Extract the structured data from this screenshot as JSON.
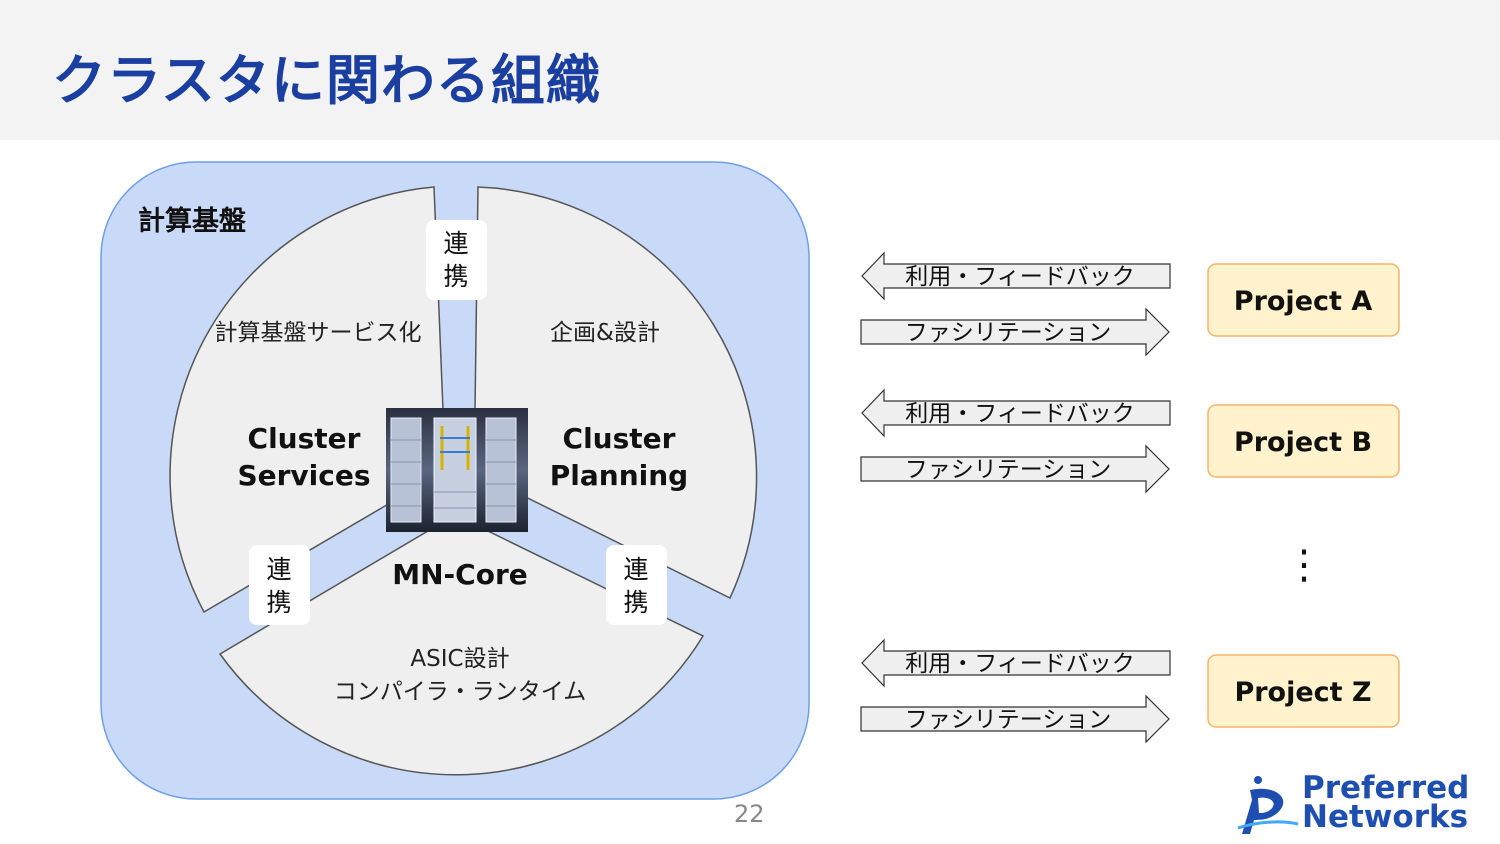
{
  "slide": {
    "title": "クラスタに関わる組織",
    "page_number": "22"
  },
  "diagram": {
    "container_label": "計算基盤",
    "sectors": {
      "services": {
        "sub": "計算基盤サービス化",
        "line1": "Cluster",
        "line2": "Services"
      },
      "planning": {
        "sub": "企画&設計",
        "line1": "Cluster",
        "line2": "Planning"
      },
      "core": {
        "name": "MN-Core",
        "sub1": "ASIC設計",
        "sub2": "コンパイラ・ランタイム"
      }
    },
    "link_badges": [
      {
        "line1": "連",
        "line2": "携"
      },
      {
        "line1": "連",
        "line2": "携"
      },
      {
        "line1": "連",
        "line2": "携"
      }
    ]
  },
  "flows": [
    {
      "feedback": "利用・フィードバック",
      "facilitation": "ファシリテーション",
      "project": "Project A"
    },
    {
      "feedback": "利用・フィードバック",
      "facilitation": "ファシリテーション",
      "project": "Project B"
    },
    {
      "feedback": "利用・フィードバック",
      "facilitation": "ファシリテーション",
      "project": "Project Z"
    }
  ],
  "ellipsis": "⋮",
  "logo": {
    "line1": "Preferred",
    "line2": "Networks"
  },
  "colors": {
    "title": "#1a3fa0",
    "container_fill": "#c9daf8",
    "container_stroke": "#6d9eeb",
    "sector_fill": "#efefef",
    "project_fill": "#fff2cc",
    "project_stroke": "#f6b26b",
    "brand": "#1e4fb0"
  }
}
